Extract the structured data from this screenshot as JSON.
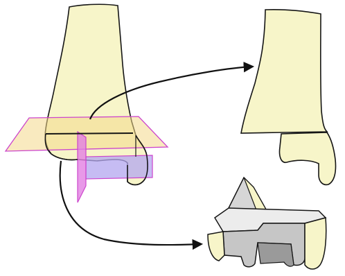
{
  "colors": {
    "bone": "#f7f5c9",
    "bone_shadow": "#e9e6b2",
    "outline": "#151515",
    "plane_axial": "#f4d98a",
    "plane_axial_edge": "#cc44cc",
    "plane_sagittal": "#e27fe2",
    "plane_coronal": "#b3a6ef",
    "fragment_face": "#ececec",
    "fragment_shade": "#c6c6c6",
    "fragment_dark": "#9a9a9a",
    "arrow": "#111111"
  },
  "figure": {
    "intact_bone": "distal-bone-with-cutting-planes",
    "resected_bone": "bone-after-resection",
    "fragment": "resected-bone-fragment"
  }
}
